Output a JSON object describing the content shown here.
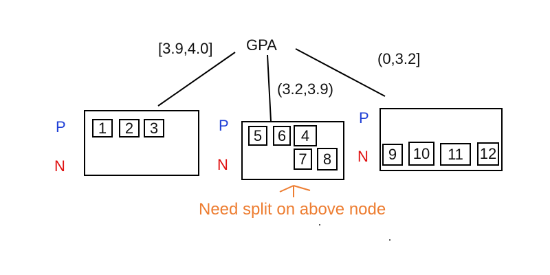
{
  "root": {
    "label": "GPA"
  },
  "branches": [
    {
      "label": "[3.9,4.0]"
    },
    {
      "label": "(3.2,3.9)"
    },
    {
      "label": "(0,3.2]"
    }
  ],
  "class_labels": {
    "positive": "P",
    "negative": "N"
  },
  "leaves": [
    {
      "records": [
        "1",
        "2",
        "3"
      ]
    },
    {
      "records": [
        "5",
        "6",
        "4",
        "7",
        "8"
      ]
    },
    {
      "records": [
        "9",
        "10",
        "11",
        "12"
      ]
    }
  ],
  "annotation": {
    "text": "Need split on above node"
  },
  "colors": {
    "positive": "#1f3fd6",
    "negative": "#e01010",
    "annotation": "#ed7d31",
    "line": "#000000"
  }
}
